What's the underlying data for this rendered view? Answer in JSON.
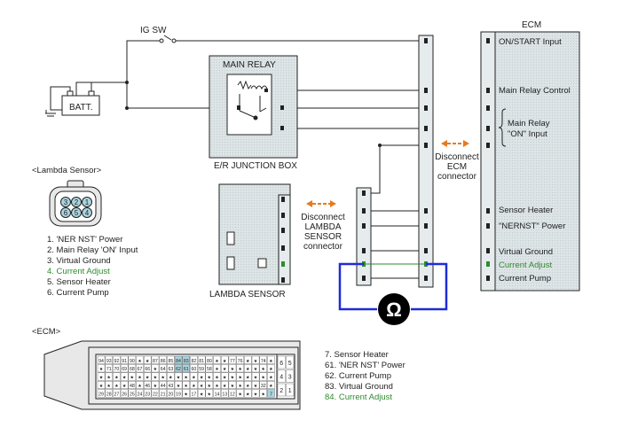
{
  "ig_sw": "IG SW",
  "battery": "BATT.",
  "main_relay": "MAIN RELAY",
  "junction_box": "E/R JUNCTION BOX",
  "lambda_sensor_section": "<Lambda Sensor>",
  "lambda_pins": [
    "1. 'NER NST' Power",
    "2. Main Relay 'ON' Input",
    "3. Virtual Ground",
    "4. Current Adjust",
    "5. Sensor Heater",
    "6. Current Pump"
  ],
  "lambda_sensor": "LAMBDA SENSOR",
  "disconnect_lambda": [
    "Disconnect",
    "LAMBDA",
    "SENSOR",
    "connector"
  ],
  "disconnect_ecm": [
    "Disconnect",
    "ECM",
    "connector"
  ],
  "ohm_symbol": "Ω",
  "ecm_title": "ECM",
  "ecm_labels": [
    "ON/START Input",
    "Main Relay Control",
    "Main Relay",
    "\"ON\" Input",
    "Sensor Heater",
    "\"NERNST\" Power",
    "Virtual Ground",
    "Current Adjust",
    "Current Pump"
  ],
  "ecm_section": "<ECM>",
  "ecm_pins": [
    "7. Sensor Heater",
    "61. 'NER NST' Power",
    "62. Current Pump",
    "83. Virtual Ground",
    "84. Current Adjust"
  ],
  "connector_pin_numbers": [
    "3",
    "2",
    "1",
    "6",
    "5",
    "4"
  ],
  "ecm_connector_rows": [
    [
      "94",
      "93",
      "92",
      "91",
      "90",
      "★",
      "★",
      "87",
      "86",
      "85",
      "84",
      "83",
      "82",
      "81",
      "80",
      "★",
      "★",
      "77",
      "76",
      "★",
      "★",
      "74",
      "★"
    ],
    [
      "★",
      "71",
      "70",
      "69",
      "68",
      "67",
      "66",
      "★",
      "64",
      "63",
      "62",
      "61",
      "60",
      "59",
      "58",
      "★",
      "★",
      "★",
      "★",
      "★",
      "★",
      "★",
      "★"
    ],
    [
      "★",
      "★",
      "★",
      "★",
      "★",
      "★",
      "★",
      "★",
      "★",
      "★",
      "★",
      "★",
      "★",
      "★",
      "★",
      "★",
      "★",
      "★",
      "★",
      "★",
      "★",
      "★",
      "★"
    ],
    [
      "★",
      "★",
      "★",
      "★",
      "48",
      "★",
      "46",
      "★",
      "44",
      "43",
      "★",
      "★",
      "★",
      "★",
      "★",
      "★",
      "★",
      "★",
      "★",
      "★",
      "★",
      "32",
      "★"
    ],
    [
      "29",
      "28",
      "27",
      "26",
      "25",
      "24",
      "23",
      "22",
      "21",
      "20",
      "19",
      "★",
      "17",
      "★",
      "★",
      "14",
      "13",
      "12",
      "★",
      "★",
      "★",
      "★",
      "7"
    ]
  ],
  "ecm_side_numbers": [
    "6",
    "5",
    "4",
    "3",
    "2",
    "1"
  ],
  "colors": {
    "wire": "#222222",
    "highlight_green": "#2e8b2e",
    "arrow_orange": "#e8791e",
    "loop_blue": "#1f2bd9",
    "panel_fill": "#e6ecee",
    "box_fill": "#e8e8e8",
    "pin_highlight": "#a9d4df"
  }
}
